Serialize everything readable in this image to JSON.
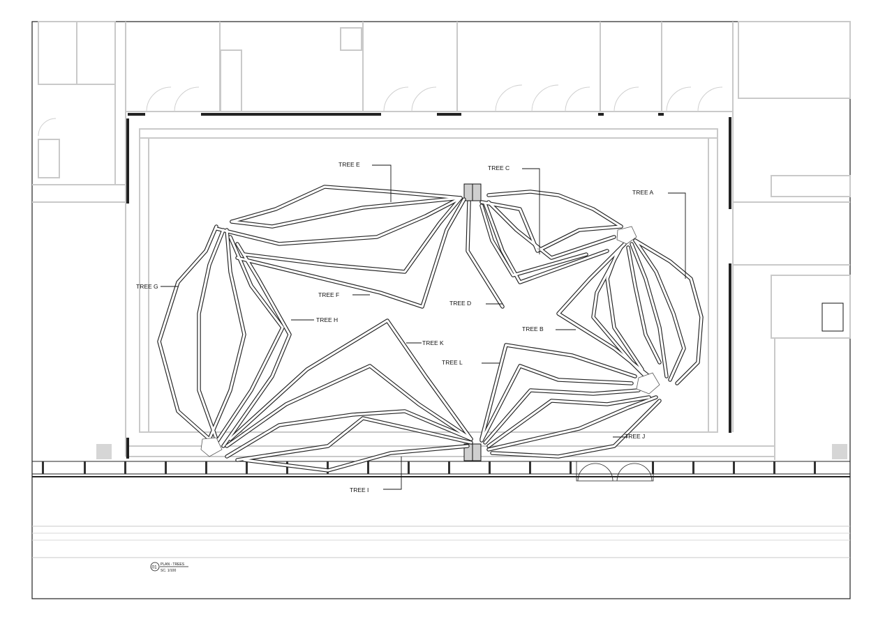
{
  "drawing": {
    "title": "PLAN - TREES",
    "scale": "SC. 1/100",
    "number": "01"
  },
  "trees": [
    {
      "id": "tree-a",
      "label": "TREE A"
    },
    {
      "id": "tree-b",
      "label": "TREE B"
    },
    {
      "id": "tree-c",
      "label": "TREE C"
    },
    {
      "id": "tree-d",
      "label": "TREE D"
    },
    {
      "id": "tree-e",
      "label": "TREE E"
    },
    {
      "id": "tree-f",
      "label": "TREE F"
    },
    {
      "id": "tree-g",
      "label": "TREE G"
    },
    {
      "id": "tree-h",
      "label": "TREE H"
    },
    {
      "id": "tree-i",
      "label": "TREE I"
    },
    {
      "id": "tree-j",
      "label": "TREE J"
    },
    {
      "id": "tree-k",
      "label": "TREE K"
    },
    {
      "id": "tree-l",
      "label": "TREE L"
    }
  ],
  "colors": {
    "line": "#111111",
    "wall": "#c8c8c8",
    "fill": "#d9d9d9"
  }
}
